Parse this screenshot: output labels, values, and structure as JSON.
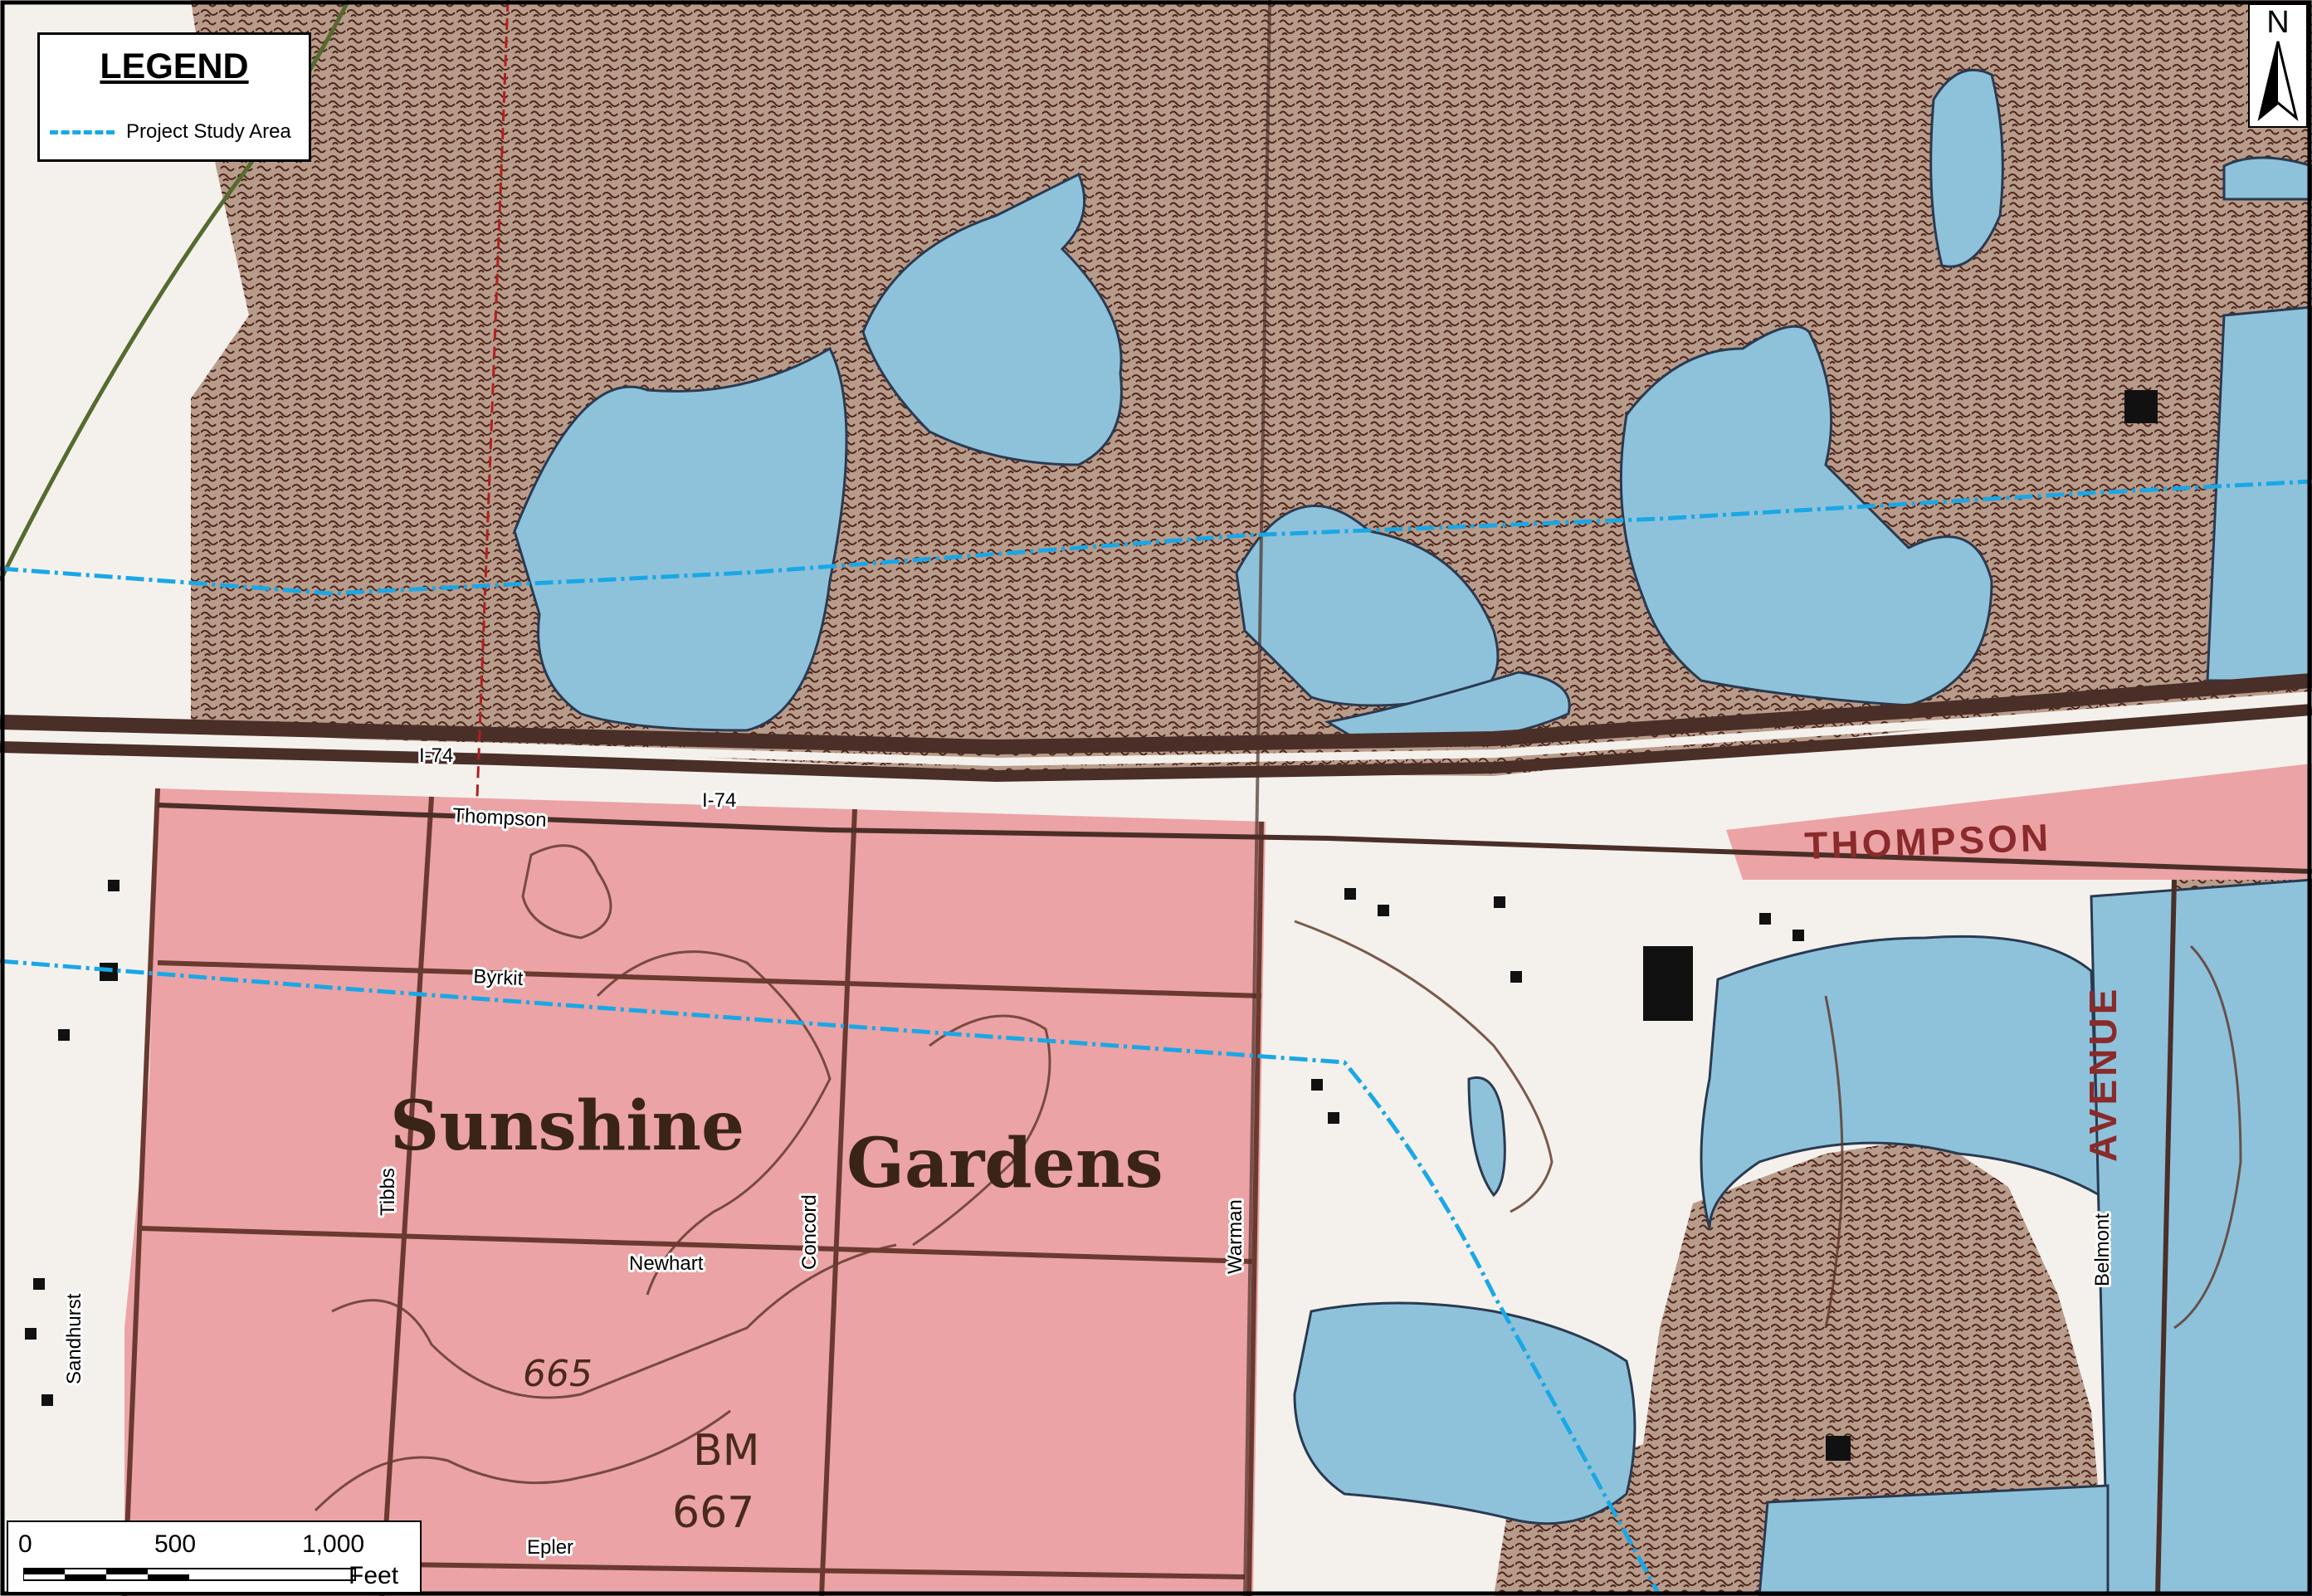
{
  "legend": {
    "title": "LEGEND",
    "item_label": "Project Study Area",
    "item_color": "#1aa7e6"
  },
  "north_arrow": {
    "label": "N"
  },
  "scale_bar": {
    "ticks": [
      "0",
      "500",
      "1,000"
    ],
    "unit": "Feet"
  },
  "labels": {
    "i74_a": "I-74",
    "i74_b": "I-74",
    "thompson": "Thompson",
    "byrkit": "Byrkit",
    "tibbs": "Tibbs",
    "concord": "Concord",
    "newhart": "Newhart",
    "warman": "Warman",
    "sandhurst": "Sandhurst",
    "belmont": "Belmont",
    "epler": "Epler"
  },
  "topo_text": {
    "sunshine": "Sunshine",
    "gardens": "Gardens",
    "thompson_caps": "THOMPSON",
    "avenue_caps": "AVENUE",
    "contour_665": "665",
    "bm": "BM",
    "bm_elev": "667"
  },
  "colors": {
    "water": "#8ec2db",
    "urban": "#eba3a5",
    "woodland": "#b79a88",
    "study_line": "#1aa7e6",
    "road": "#4a2f28"
  }
}
